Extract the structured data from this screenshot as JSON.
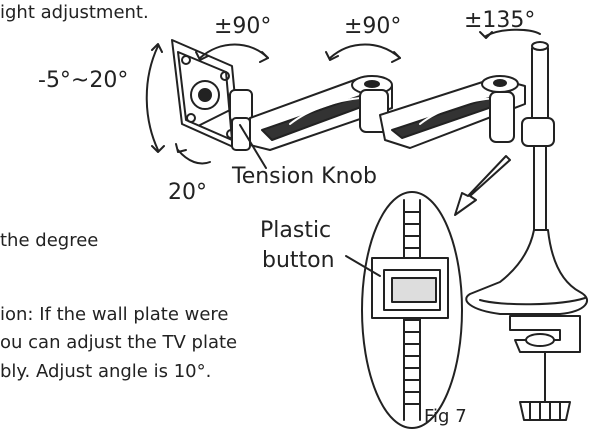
{
  "text_lines": {
    "line1": "ight adjustment.",
    "line2": "the degree",
    "line3": "ion: If the wall plate were",
    "line4": "ou can adjust the TV plate",
    "line5": "bly. Adjust angle is 10°."
  },
  "labels": {
    "rot_left": "±90°",
    "rot_mid": "±90°",
    "rot_top": "±135°",
    "tilt": "-5°~20°",
    "swivel": "20°",
    "tension_knob": "Tension Knob",
    "plastic": "Plastic",
    "button": "button",
    "fig": "Fig 7"
  },
  "colors": {
    "ink": "#222222",
    "background": "#ffffff"
  }
}
